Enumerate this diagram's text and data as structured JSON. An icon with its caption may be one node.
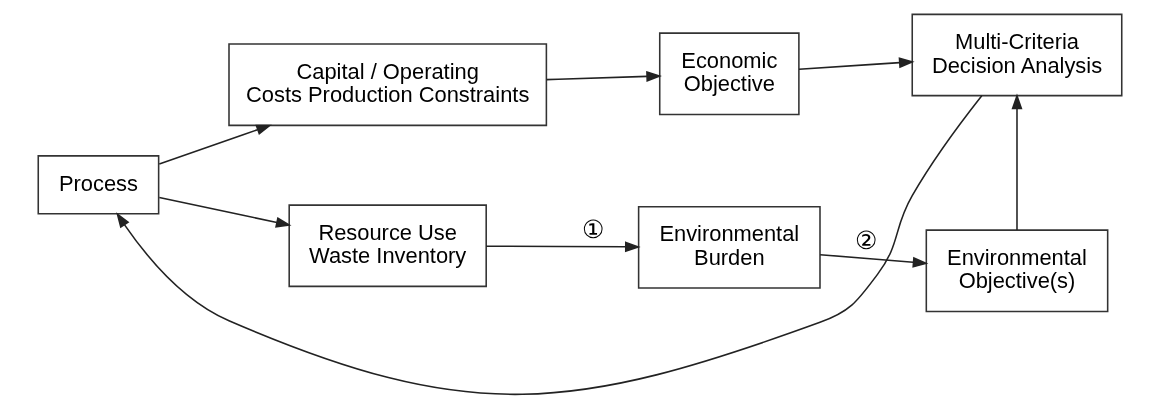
{
  "diagram": {
    "nodes": [
      {
        "text": [
          "Process"
        ]
      },
      {
        "text": [
          "Capital / Operating Costs Production Constraints"
        ]
      },
      {
        "text": [
          "Economic Objective"
        ]
      },
      {
        "text": [
          "Multi-Criteria Decision Analysis"
        ]
      },
      {
        "text": [
          "Resource Use Waste Inventory"
        ]
      },
      {
        "text": [
          "Environmental Burden"
        ]
      },
      {
        "text": [
          "Environmental Objective(s)"
        ]
      }
    ],
    "edges": [
      {
        "from": 0,
        "to": 1,
        "arrow": "to"
      },
      {
        "from": 0,
        "to": 4,
        "arrow": "to"
      },
      {
        "from": 1,
        "to": 2,
        "arrow": "to"
      },
      {
        "from": 2,
        "to": 3,
        "arrow": "to"
      },
      {
        "from": 4,
        "to": 5,
        "arrow": "to",
        "label": "①"
      },
      {
        "from": 5,
        "to": 6,
        "arrow": "to",
        "label": "②"
      },
      {
        "from": 6,
        "to": 3,
        "arrow": "to"
      },
      {
        "from": 3,
        "to": 0,
        "arrow": "to"
      }
    ]
  }
}
